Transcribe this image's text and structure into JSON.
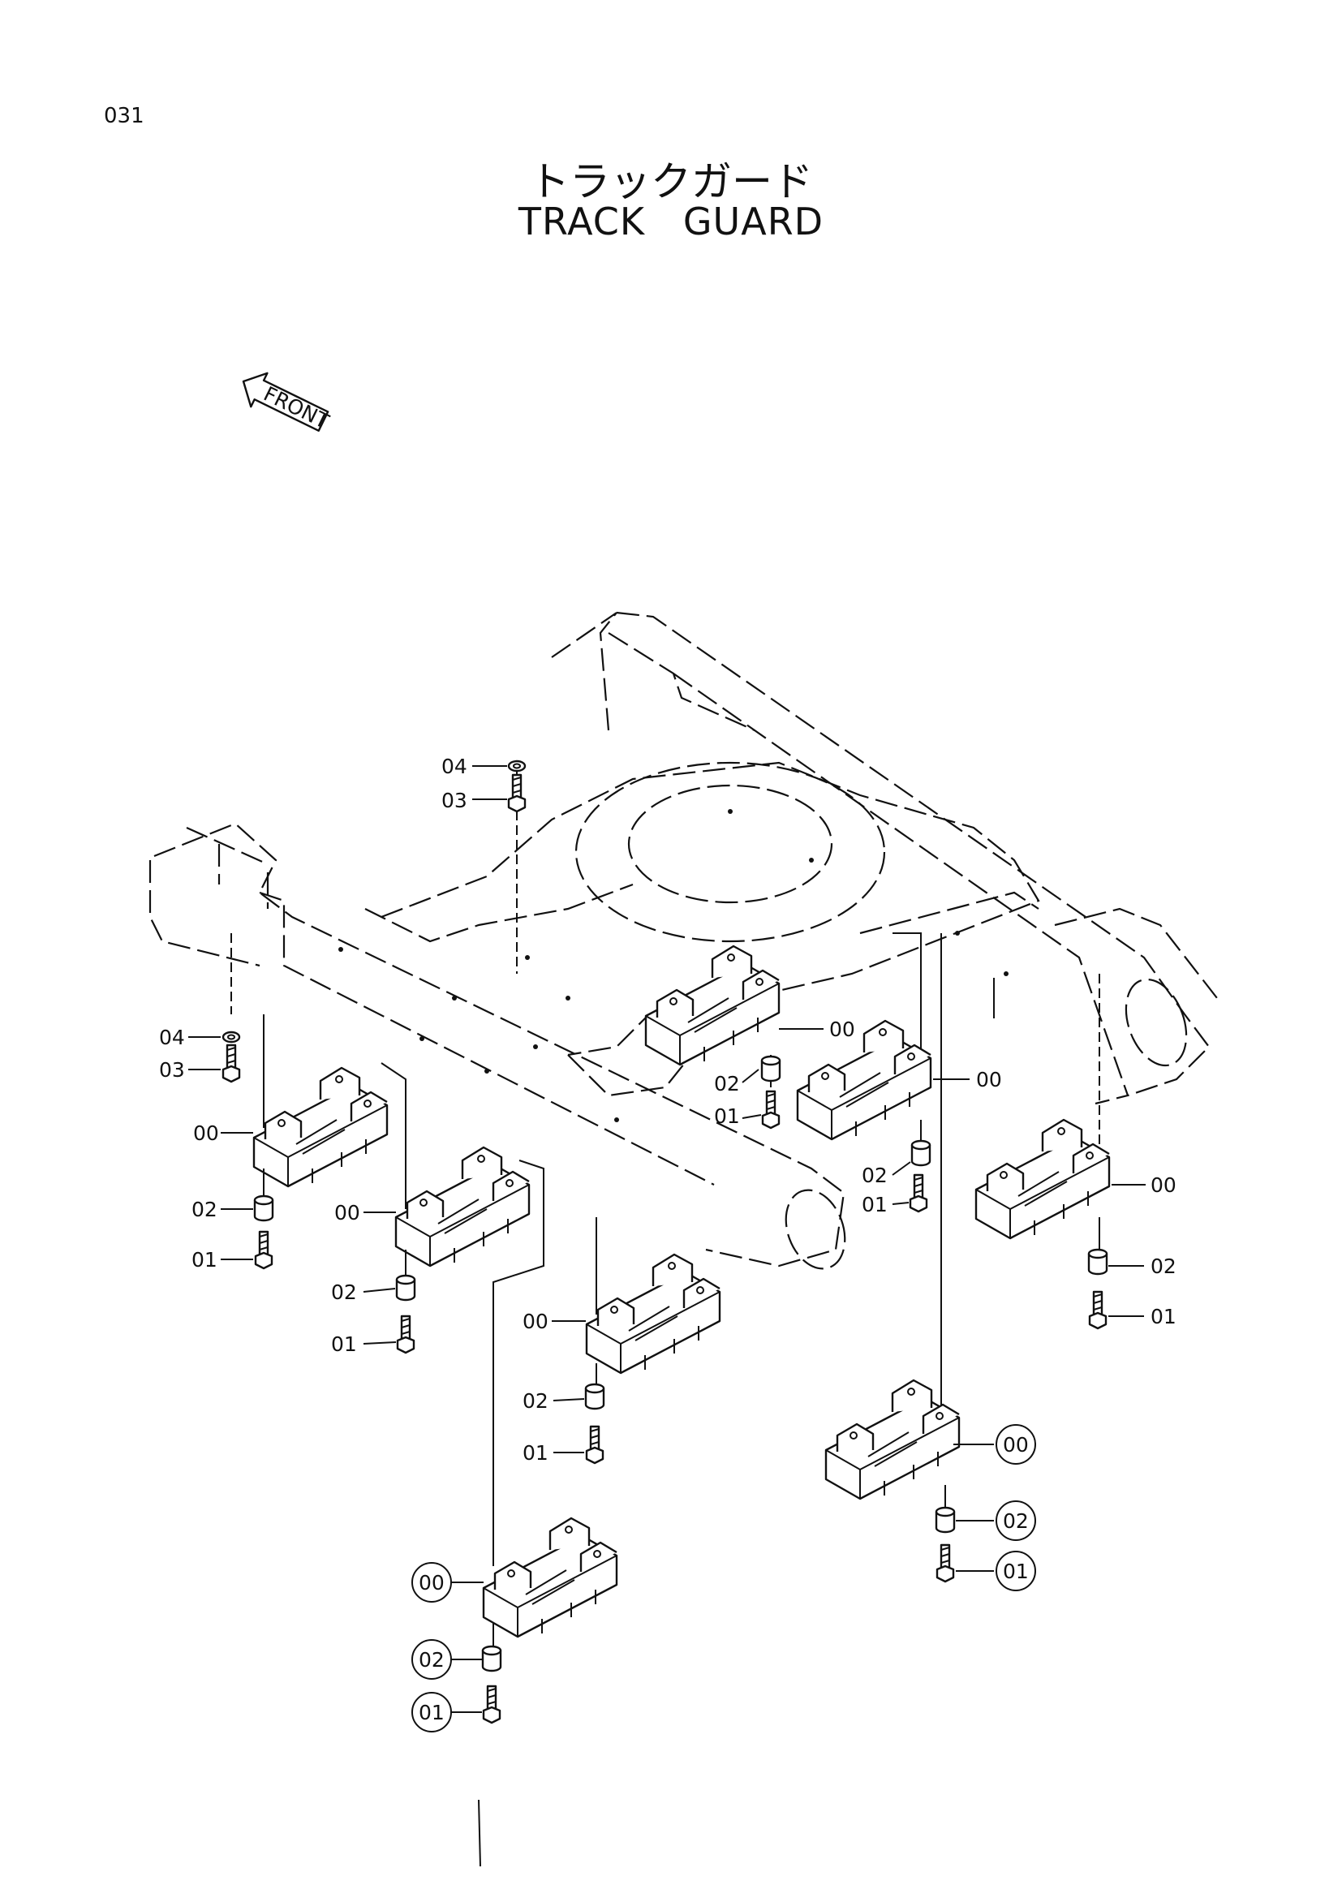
{
  "page": {
    "number": "031"
  },
  "title": {
    "japanese": "トラックガード",
    "english": "TRACK   GUARD"
  },
  "orientation": {
    "front_label": "FRONT"
  },
  "callouts": {
    "label_00": "00",
    "label_01": "01",
    "label_02": "02",
    "label_03": "03",
    "label_04": "04"
  },
  "icons": [
    "front-arrow-icon",
    "track-guard-icon",
    "spacer-collar-icon",
    "bolt-icon",
    "washer-icon",
    "undercarriage-frame-icon"
  ]
}
